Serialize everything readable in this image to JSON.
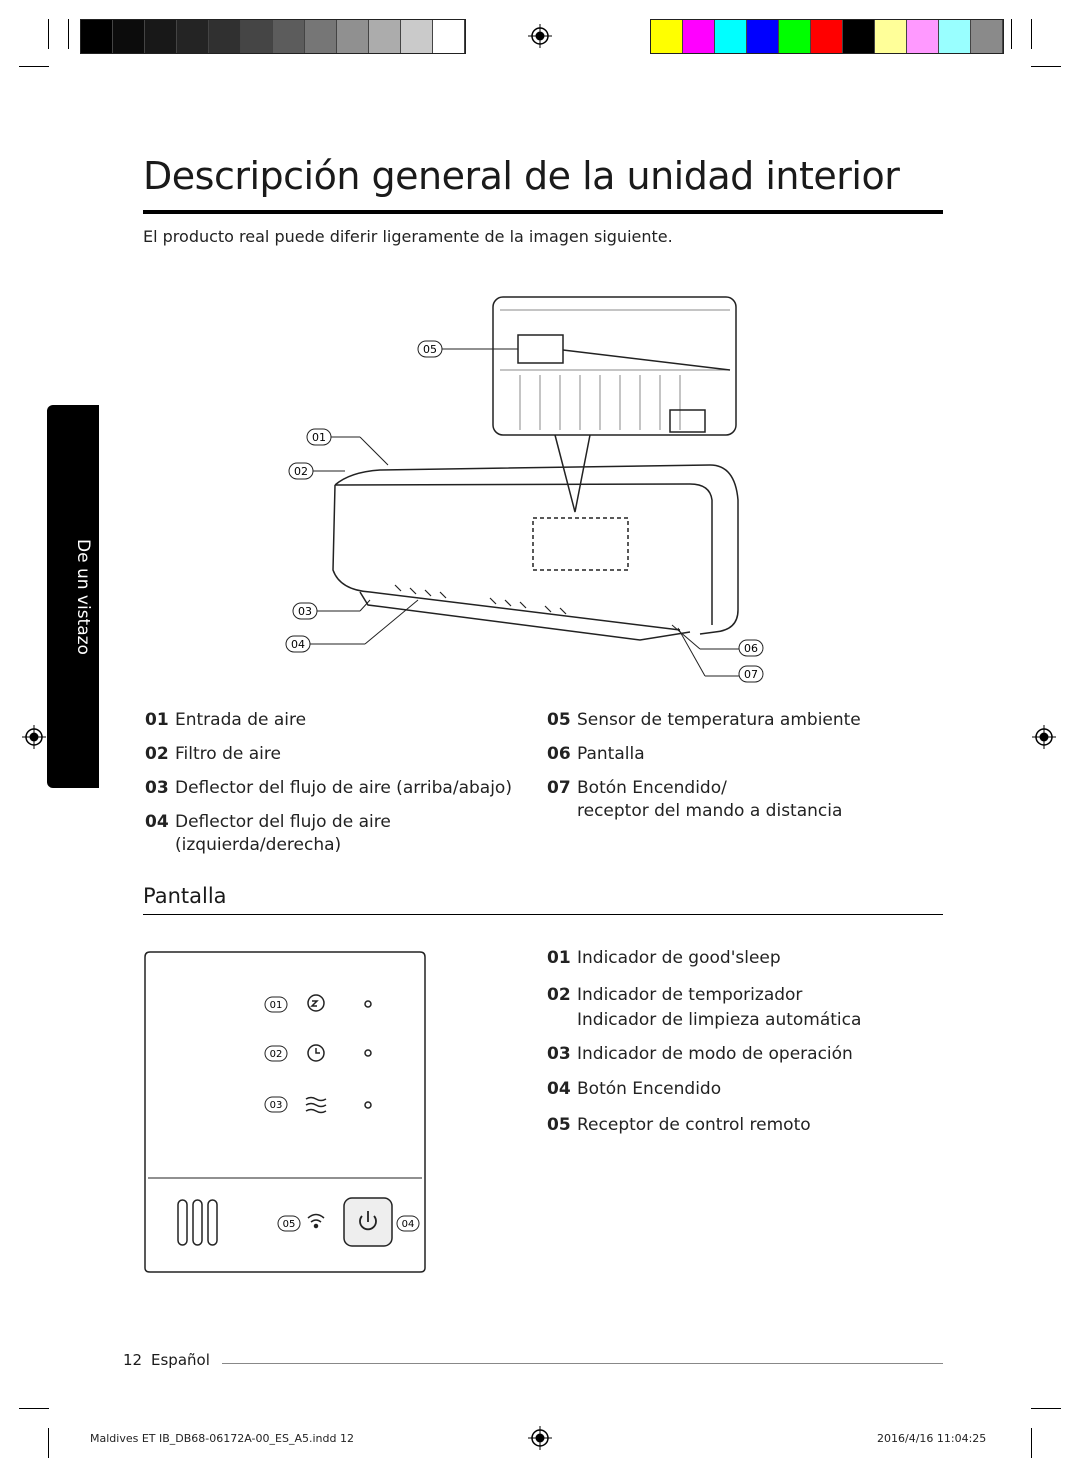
{
  "swatches": {
    "grayscale": [
      "#000000",
      "#0c0c0c",
      "#181818",
      "#242424",
      "#303030",
      "#454545",
      "#5c5c5c",
      "#767676",
      "#909090",
      "#acacac",
      "#cacaca",
      "#ffffff"
    ],
    "colors": [
      "#ffff00",
      "#ff00ff",
      "#00ffff",
      "#0000ff",
      "#00ff00",
      "#ff0000",
      "#000000",
      "#ffff99",
      "#ff99ff",
      "#99ffff",
      "#8a8a8a"
    ]
  },
  "page": {
    "title": "Descripción general de la unidad interior",
    "subtitle": "El producto real puede diferir ligeramente de la imagen siguiente.",
    "side_tab": "De un vistazo"
  },
  "diagram_callouts": [
    "05",
    "01",
    "02",
    "03",
    "04",
    "06",
    "07"
  ],
  "parts": [
    {
      "num": "01",
      "label": "Entrada de aire"
    },
    {
      "num": "02",
      "label": "Filtro de aire"
    },
    {
      "num": "03",
      "label": "Deflector del flujo de aire (arriba/abajo)"
    },
    {
      "num": "04",
      "label": "Deflector del flujo de aire",
      "cont": "(izquierda/derecha)"
    },
    {
      "num": "05",
      "label": "Sensor de temperatura ambiente"
    },
    {
      "num": "06",
      "label": "Pantalla"
    },
    {
      "num": "07",
      "label": "Botón Encendido/",
      "cont": "receptor del mando a distancia"
    }
  ],
  "display_section": {
    "heading": "Pantalla",
    "callouts": [
      "01",
      "02",
      "03",
      "05",
      "04"
    ],
    "items": [
      {
        "num": "01",
        "label": "Indicador de good'sleep"
      },
      {
        "num": "02",
        "label": "Indicador de temporizador",
        "cont": "Indicador de limpieza automática"
      },
      {
        "num": "03",
        "label": "Indicador de modo de operación"
      },
      {
        "num": "04",
        "label": "Botón Encendido"
      },
      {
        "num": "05",
        "label": "Receptor de control remoto"
      }
    ]
  },
  "footer": {
    "page_number": "12",
    "language": "Español",
    "file": "Maldives ET IB_DB68-06172A-00_ES_A5.indd   12",
    "timestamp": "2016/4/16   11:04:25"
  }
}
